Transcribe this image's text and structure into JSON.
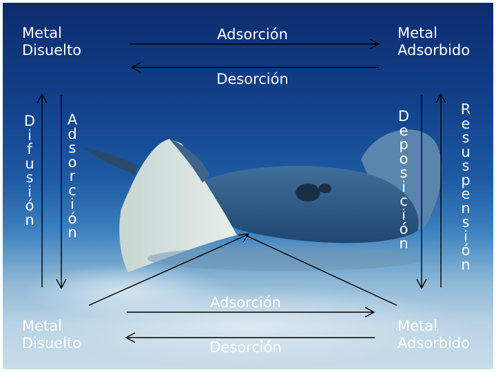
{
  "top": {
    "left_label": [
      "Metal",
      "Disuelto"
    ],
    "right_label": [
      "Metal",
      "Adsorbido"
    ],
    "forward": "Adsorción",
    "backward": "Desorción"
  },
  "bottom": {
    "left_label": [
      "Metal",
      "Disuelto"
    ],
    "right_label": [
      "Metal",
      "Adsorbido"
    ],
    "forward": "Adsorción",
    "backward": "Desorción"
  },
  "vertical": {
    "left_up": "Difusión",
    "left_down": "Adsorción",
    "right_down": "Deposición",
    "right_up": "Resuspensión"
  },
  "colors": {
    "text": "#ffffff",
    "arrow": "#000000",
    "water_top": "#0d2c6e",
    "sand": "#c9dde9"
  }
}
